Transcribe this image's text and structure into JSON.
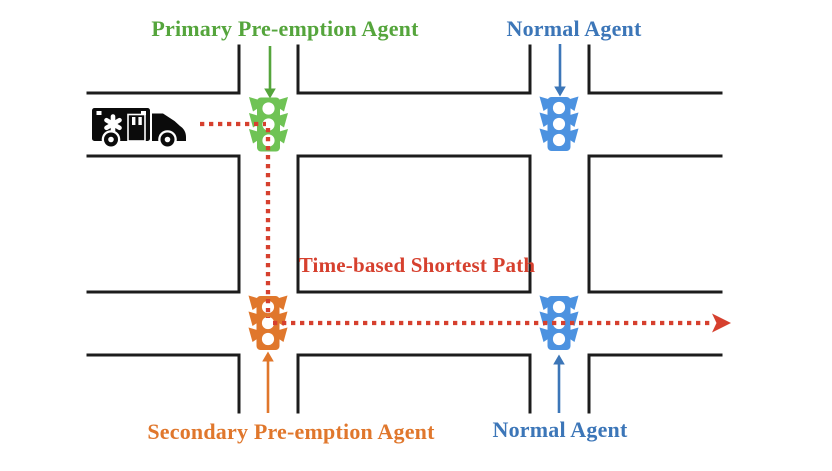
{
  "diagram": {
    "agents": [
      {
        "role": "primary-pre-emption",
        "label": "Primary Pre-emption Agent",
        "intersection": "top-left",
        "color": "#55A53C",
        "icon_color": "#6FC355"
      },
      {
        "role": "normal",
        "label": "Normal Agent",
        "intersection": "top-right",
        "color": "#3C76B8",
        "icon_color": "#4C92E0"
      },
      {
        "role": "secondary-pre-emption",
        "label": "Secondary Pre-emption Agent",
        "intersection": "bottom-left",
        "color": "#E0772C",
        "icon_color": "#E0772C"
      },
      {
        "role": "normal",
        "label": "Normal Agent",
        "intersection": "bottom-right",
        "color": "#3C76B8",
        "icon_color": "#4C92E0"
      }
    ],
    "path": {
      "label": "Time-based Shortest Path",
      "color": "#D6402E"
    },
    "colors": {
      "road": "#1C1C1C",
      "ambulance": "#0B0B0B",
      "background": "#FFFFFF"
    },
    "icons": {
      "ambulance": "ambulance-side-silhouette",
      "traffic_light": "vertical-traffic-light",
      "agent_pointer_down": "straight-arrow-down",
      "agent_pointer_up": "straight-arrow-up",
      "path_arrow": "red-dotted-arrow-right"
    }
  }
}
